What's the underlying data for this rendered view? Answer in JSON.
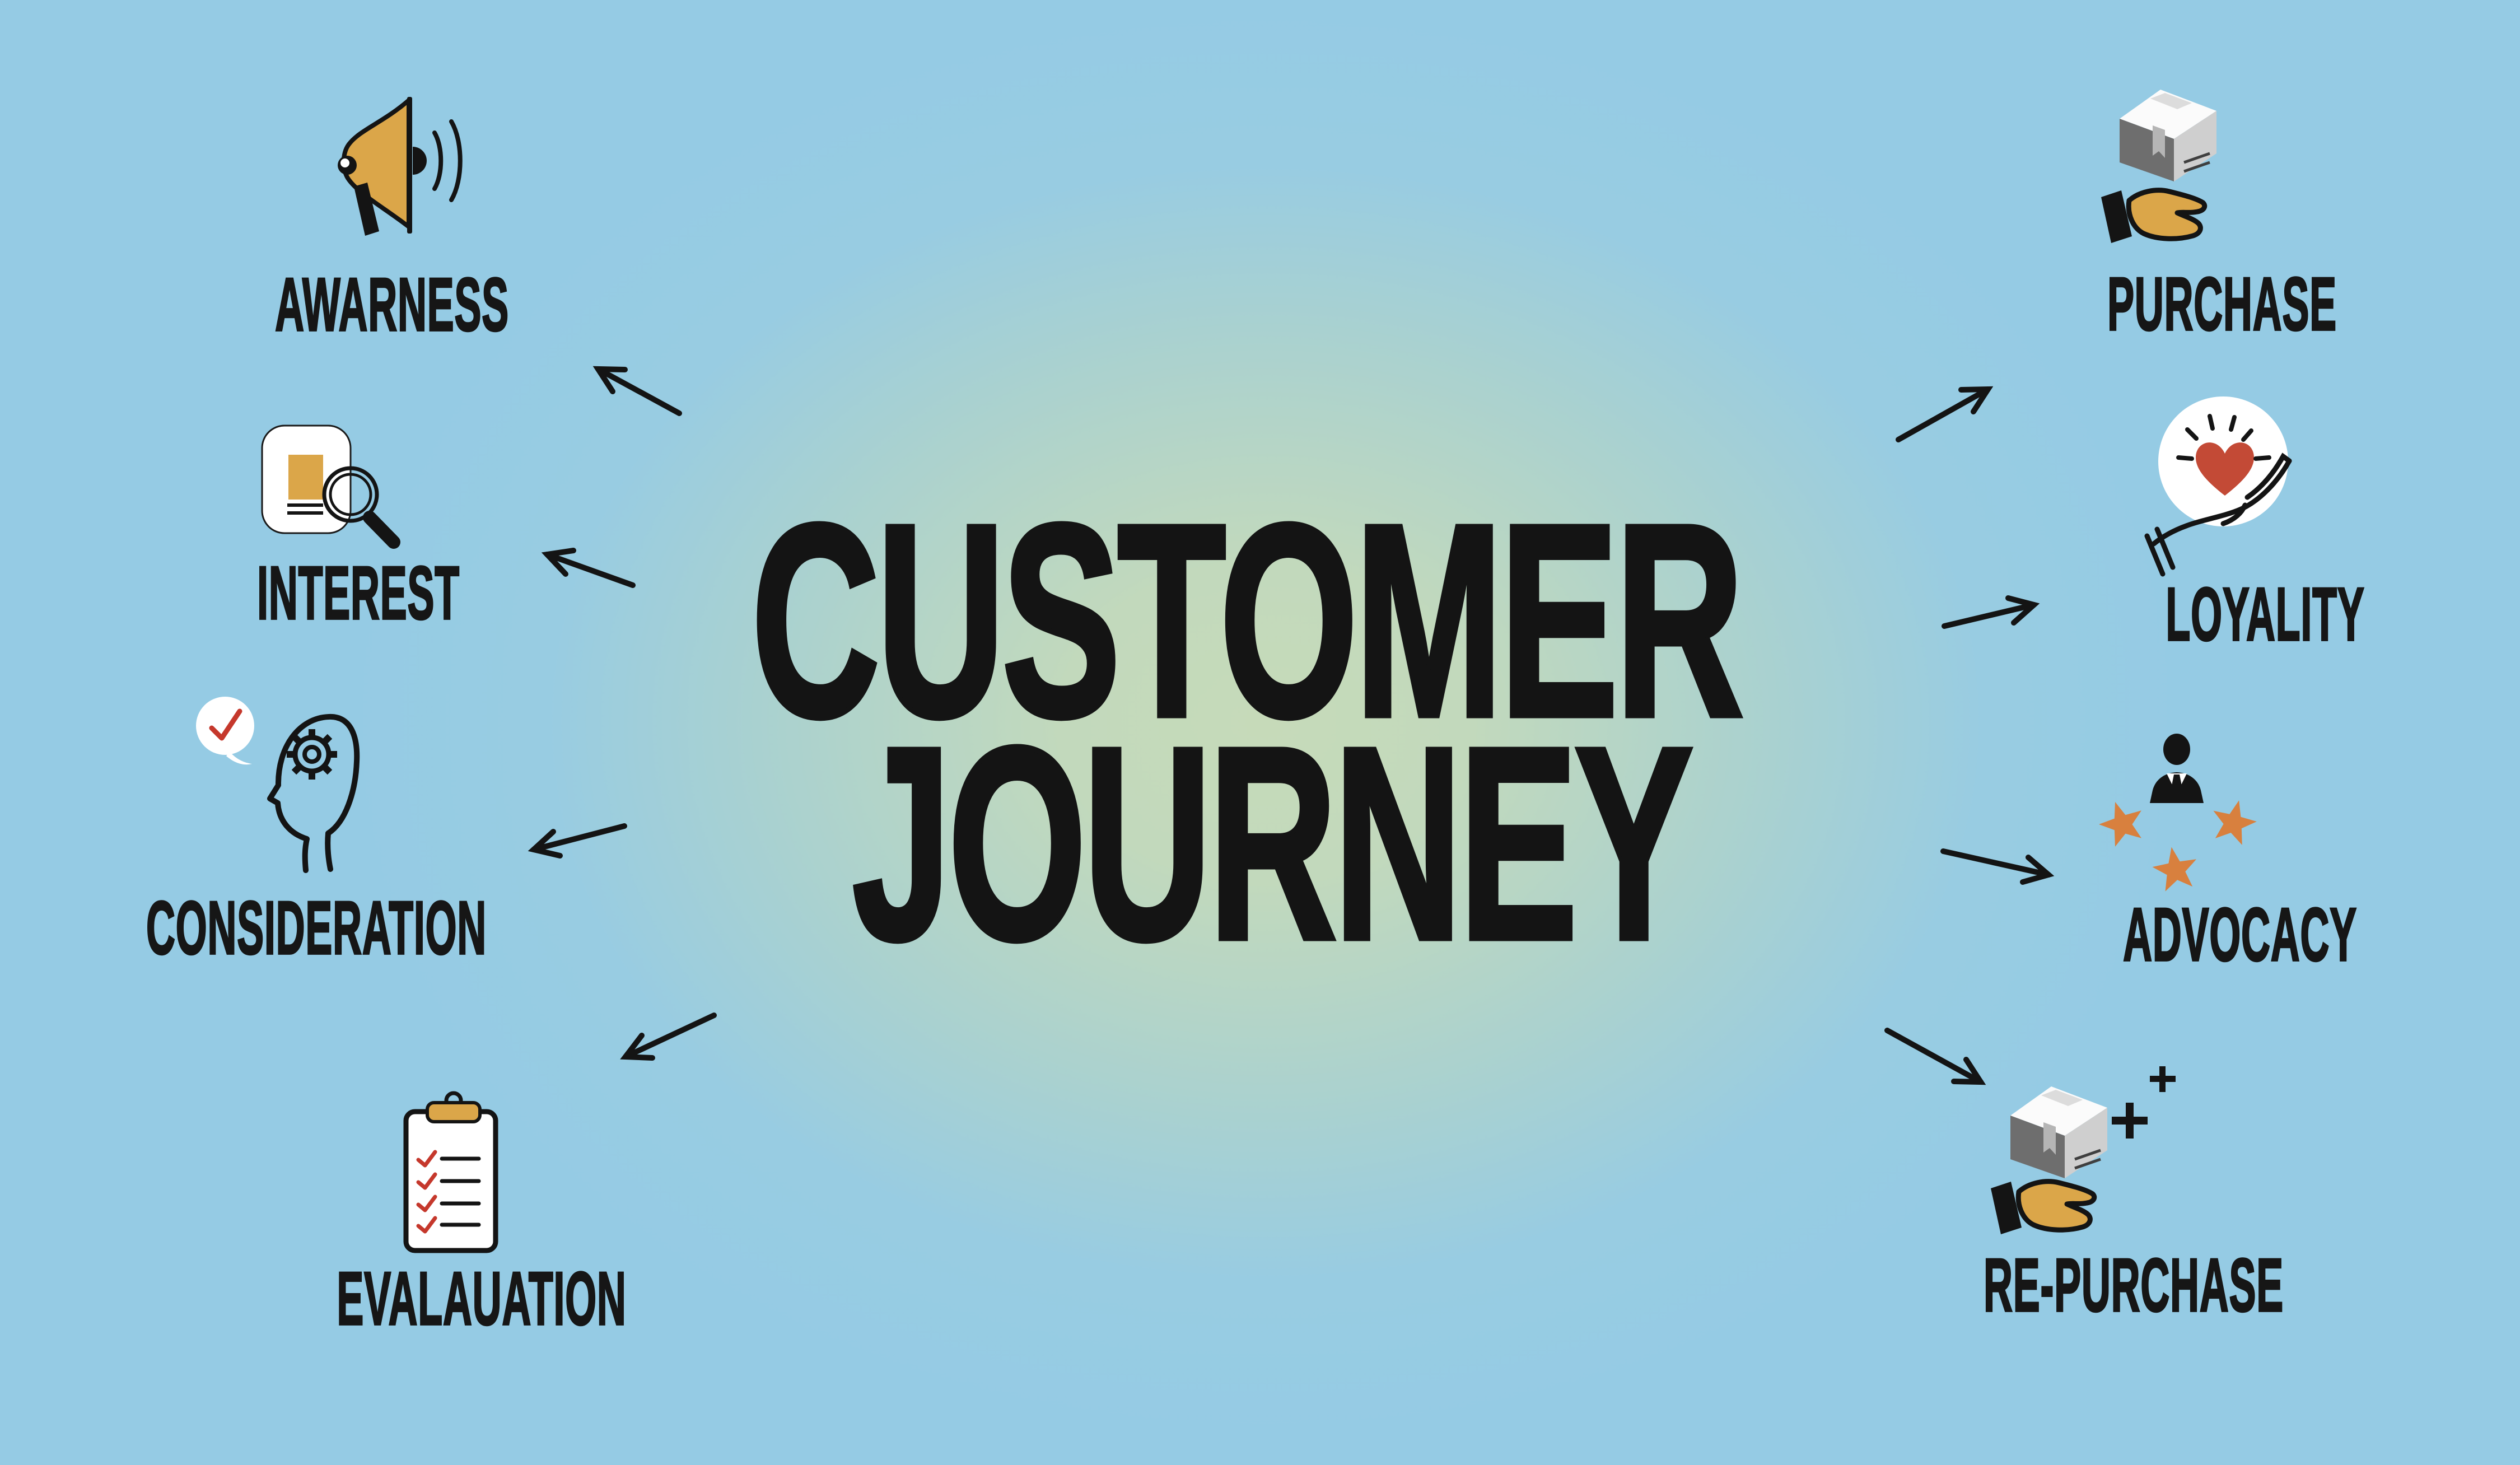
{
  "title": {
    "line1": "CUSTOMER",
    "line2": "JOURNEY"
  },
  "stages": {
    "left": [
      {
        "label": "AWARNESS",
        "icon": "megaphone-icon"
      },
      {
        "label": "INTEREST",
        "icon": "document-magnifier-icon"
      },
      {
        "label": "CONSIDERATION",
        "icon": "thinking-head-gear-icon"
      },
      {
        "label": "EVALAUATION",
        "icon": "checklist-clipboard-icon"
      }
    ],
    "right": [
      {
        "label": "PURCHASE",
        "icon": "hand-holding-box-icon"
      },
      {
        "label": "LOYALITY",
        "icon": "hand-holding-heart-icon"
      },
      {
        "label": "ADVOCACY",
        "icon": "person-with-stars-icon"
      },
      {
        "label": "RE-PURCHASE",
        "icon": "hand-holding-box-plus-icon"
      }
    ]
  },
  "colors": {
    "background_edge": "#95cbe4",
    "background_center": "#c6dab9",
    "ink": "#141414",
    "gold": "#dba649",
    "star_orange": "#d8803e",
    "heart_red": "#c34a36",
    "check_red": "#c5382c",
    "box_dark_face": "#6e6e6e",
    "box_light_face": "#cfcfcf",
    "box_top": "#fbfbfb",
    "white": "#ffffff"
  }
}
